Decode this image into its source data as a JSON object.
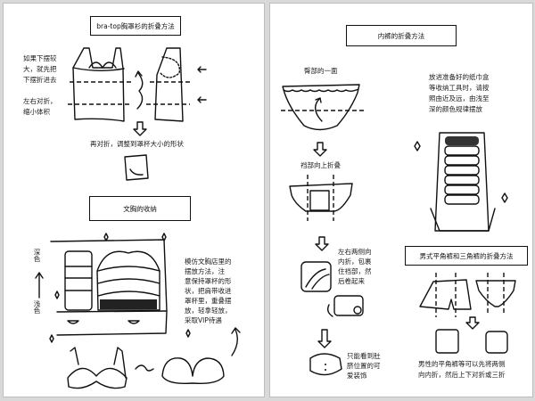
{
  "left_page": {
    "bratop_section": {
      "title": "bra-top胸罩衫的折叠方法",
      "note_hem": [
        "如果下摆较",
        "大，就先把",
        "下摆折进去"
      ],
      "note_fold": [
        "左右对折，",
        "缩小体积"
      ],
      "note_refold": "再对折，调整到罩杯大小的形状"
    },
    "bra_section": {
      "title": "文胸的收纳",
      "dark_label": "深色",
      "light_label": "浅色",
      "note": [
        "模仿文胸店里的",
        "摆放方法，注",
        "意保持罩杯的形",
        "状，把肩带收进",
        "罩杯里，重叠摆",
        "放，轻拿轻放，",
        "采取VIP待遇"
      ]
    }
  },
  "right_page": {
    "panties_section": {
      "title": "内裤的折叠方法",
      "hip_side": "臀部的一面",
      "storage_note": [
        "放进准备好的纸巾盒",
        "等收纳工具时，请按",
        "照由近及远，由浅至",
        "深的颜色规律摆放"
      ],
      "crotch_fold": "裆部向上折叠",
      "side_fold_note": [
        "左右两侧向",
        "内折，包裹",
        "住裆部，然",
        "后卷起来"
      ],
      "result_note": [
        "只能看到肚",
        "脐位置的可",
        "爱装饰"
      ]
    },
    "mens_section": {
      "title": "男式平角裤和三角裤的折叠方法",
      "note": [
        "男性的平角裤等可以先将两侧",
        "向内折，然后上下对折或三折"
      ]
    }
  }
}
